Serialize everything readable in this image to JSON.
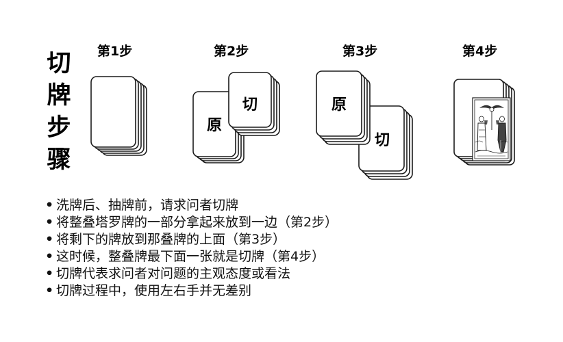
{
  "title_chars": [
    "切",
    "牌",
    "步",
    "骤"
  ],
  "steps": [
    {
      "label": "第1步"
    },
    {
      "label": "第2步",
      "card_back": "原",
      "card_front": "切"
    },
    {
      "label": "第3步",
      "card_top": "原",
      "card_bottom": "切"
    },
    {
      "label": "第4步"
    }
  ],
  "bullet_symbol": "•",
  "bullets": [
    "洗牌后、抽牌前，请求问者切牌",
    "将整叠塔罗牌的一部分拿起来放到一边（第2步）",
    "将剩下的牌放到那叠牌的上面（第3步）",
    "这时候，整叠牌最下面一张就是切牌（第4步）",
    "切牌代表求问者对问题的主观态度或看法",
    "切牌过程中，使用左右手并无差别"
  ],
  "colors": {
    "stroke": "#1a1a1a",
    "card_fill": "#ffffff",
    "text": "#111111"
  }
}
